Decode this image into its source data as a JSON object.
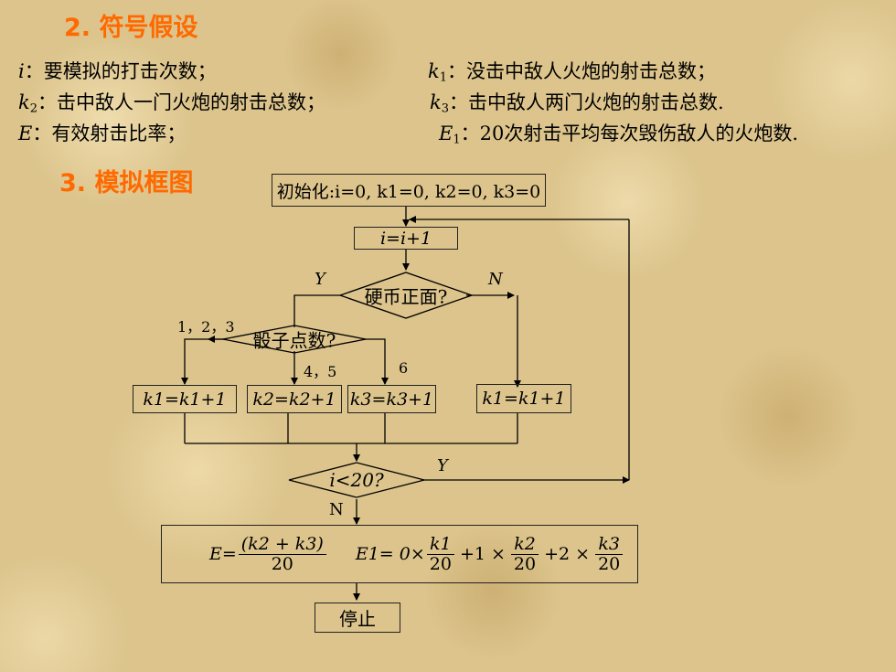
{
  "section2": {
    "title": "2. 符号假设"
  },
  "symbols": {
    "i_var": "i",
    "i_desc": "：要模拟的打击次数；",
    "k1_var": "k",
    "k1_sub": "1",
    "k1_desc": "：没击中敌人火炮的射击总数；",
    "k2_var": "k",
    "k2_sub": "2",
    "k2_desc": "：击中敌人一门火炮的射击总数；",
    "k3_var": "k",
    "k3_sub": "3",
    "k3_desc": "：击中敌人两门火炮的射击总数.",
    "E_var": "E",
    "E_desc": "：有效射击比率；",
    "E1_var": "E",
    "E1_sub": "1",
    "E1_desc": "：20次射击平均每次毁伤敌人的火炮数."
  },
  "section3": {
    "title": "3. 模拟框图"
  },
  "flowchart": {
    "init": "初始化:i=0, k1=0, k2=0, k3=0",
    "increment": "i=i+1",
    "coin_decision": "硬币正面?",
    "coin_yes": "Y",
    "coin_no": "N",
    "dice_decision": "骰子点数?",
    "dice_123": "1，2，3",
    "dice_45": "4，5",
    "dice_6": "6",
    "box_k1_left": "k1=k1+1",
    "box_k2": "k2=k2+1",
    "box_k3": "k3=k3+1",
    "box_k1_right": "k1=k1+1",
    "loop_decision": "i<20?",
    "loop_yes": "Y",
    "loop_no": "N",
    "result_E_prefix": "E=",
    "result_E_num": "(k2 + k3)",
    "result_E_den": "20",
    "result_E1_prefix": "E1= 0×",
    "result_f1_num": "k1",
    "result_f1_den": "20",
    "result_mid1": "+1 ×",
    "result_f2_num": "k2",
    "result_f2_den": "20",
    "result_mid2": "+2 ×",
    "result_f3_num": "k3",
    "result_f3_den": "20",
    "stop": "停止"
  }
}
